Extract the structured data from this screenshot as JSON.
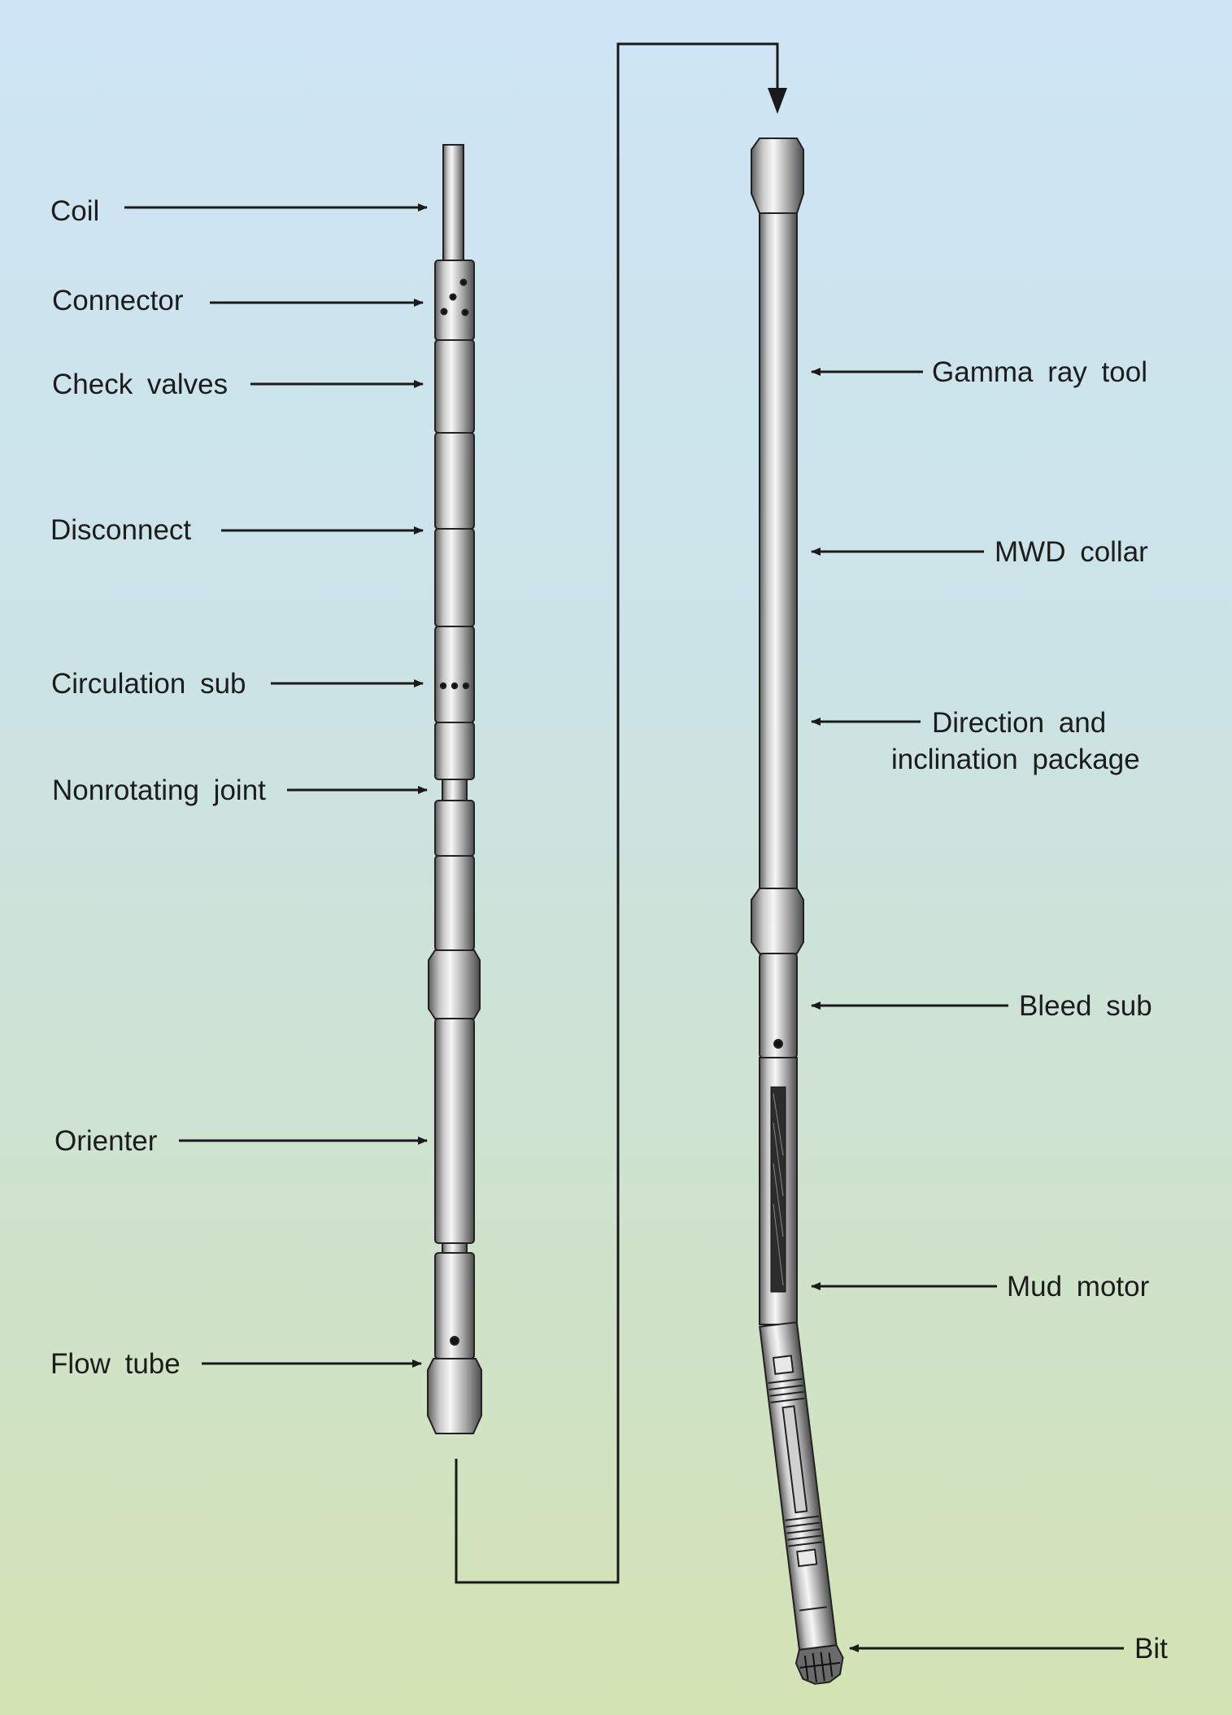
{
  "left_labels": [
    {
      "id": "coil",
      "text": "Coil"
    },
    {
      "id": "connector",
      "text": "Connector"
    },
    {
      "id": "check-valves",
      "text": "Check valves"
    },
    {
      "id": "disconnect",
      "text": "Disconnect"
    },
    {
      "id": "circulation-sub",
      "text": "Circulation sub"
    },
    {
      "id": "nonrotating-joint",
      "text": "Nonrotating joint"
    },
    {
      "id": "orienter",
      "text": "Orienter"
    },
    {
      "id": "flow-tube",
      "text": "Flow tube"
    }
  ],
  "right_labels": [
    {
      "id": "gamma-ray-tool",
      "text": "Gamma ray tool"
    },
    {
      "id": "mwd-collar",
      "text": "MWD collar"
    },
    {
      "id": "direction-line1",
      "text": "Direction and"
    },
    {
      "id": "direction-line2",
      "text": "inclination package"
    },
    {
      "id": "bleed-sub",
      "text": "Bleed sub"
    },
    {
      "id": "mud-motor",
      "text": "Mud motor"
    },
    {
      "id": "bit",
      "text": "Bit"
    }
  ],
  "colors": {
    "line": "#1a1a1a",
    "metal_dark": "#5a5a5a",
    "metal_light": "#f4f4f4"
  }
}
